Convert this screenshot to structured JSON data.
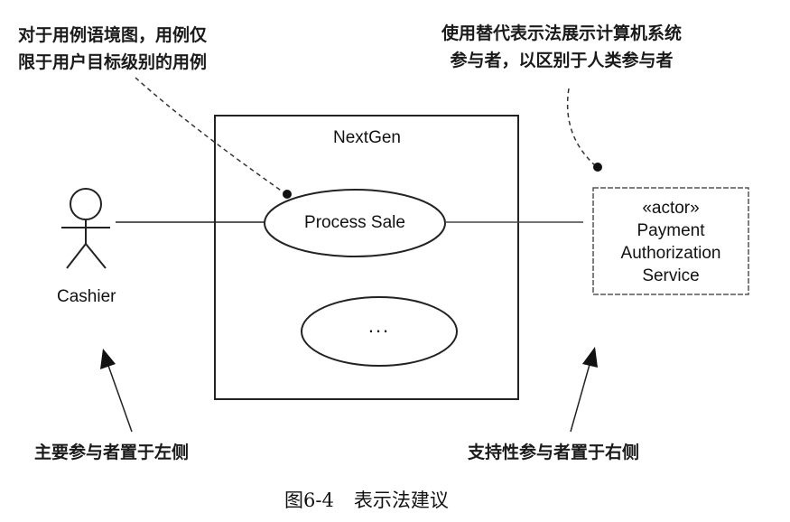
{
  "annotations": {
    "top_left": [
      "对于用例语境图，用例仅",
      "限于用户目标级别的用例"
    ],
    "top_right": [
      "使用替代表示法展示计算机系统",
      "参与者，以区别于人类参与者"
    ],
    "bottom_left": "主要参与者置于左侧",
    "bottom_right": "支持性参与者置于右侧"
  },
  "system": {
    "name": "NextGen"
  },
  "use_cases": [
    {
      "label": "Process Sale"
    },
    {
      "label": "..."
    }
  ],
  "actors": {
    "primary": {
      "name": "Cashier"
    },
    "supporting": {
      "stereotype": "«actor»",
      "name_lines": [
        "Payment",
        "Authorization",
        "Service"
      ]
    }
  },
  "caption": {
    "number": "图6-4",
    "title": "表示法建议"
  }
}
